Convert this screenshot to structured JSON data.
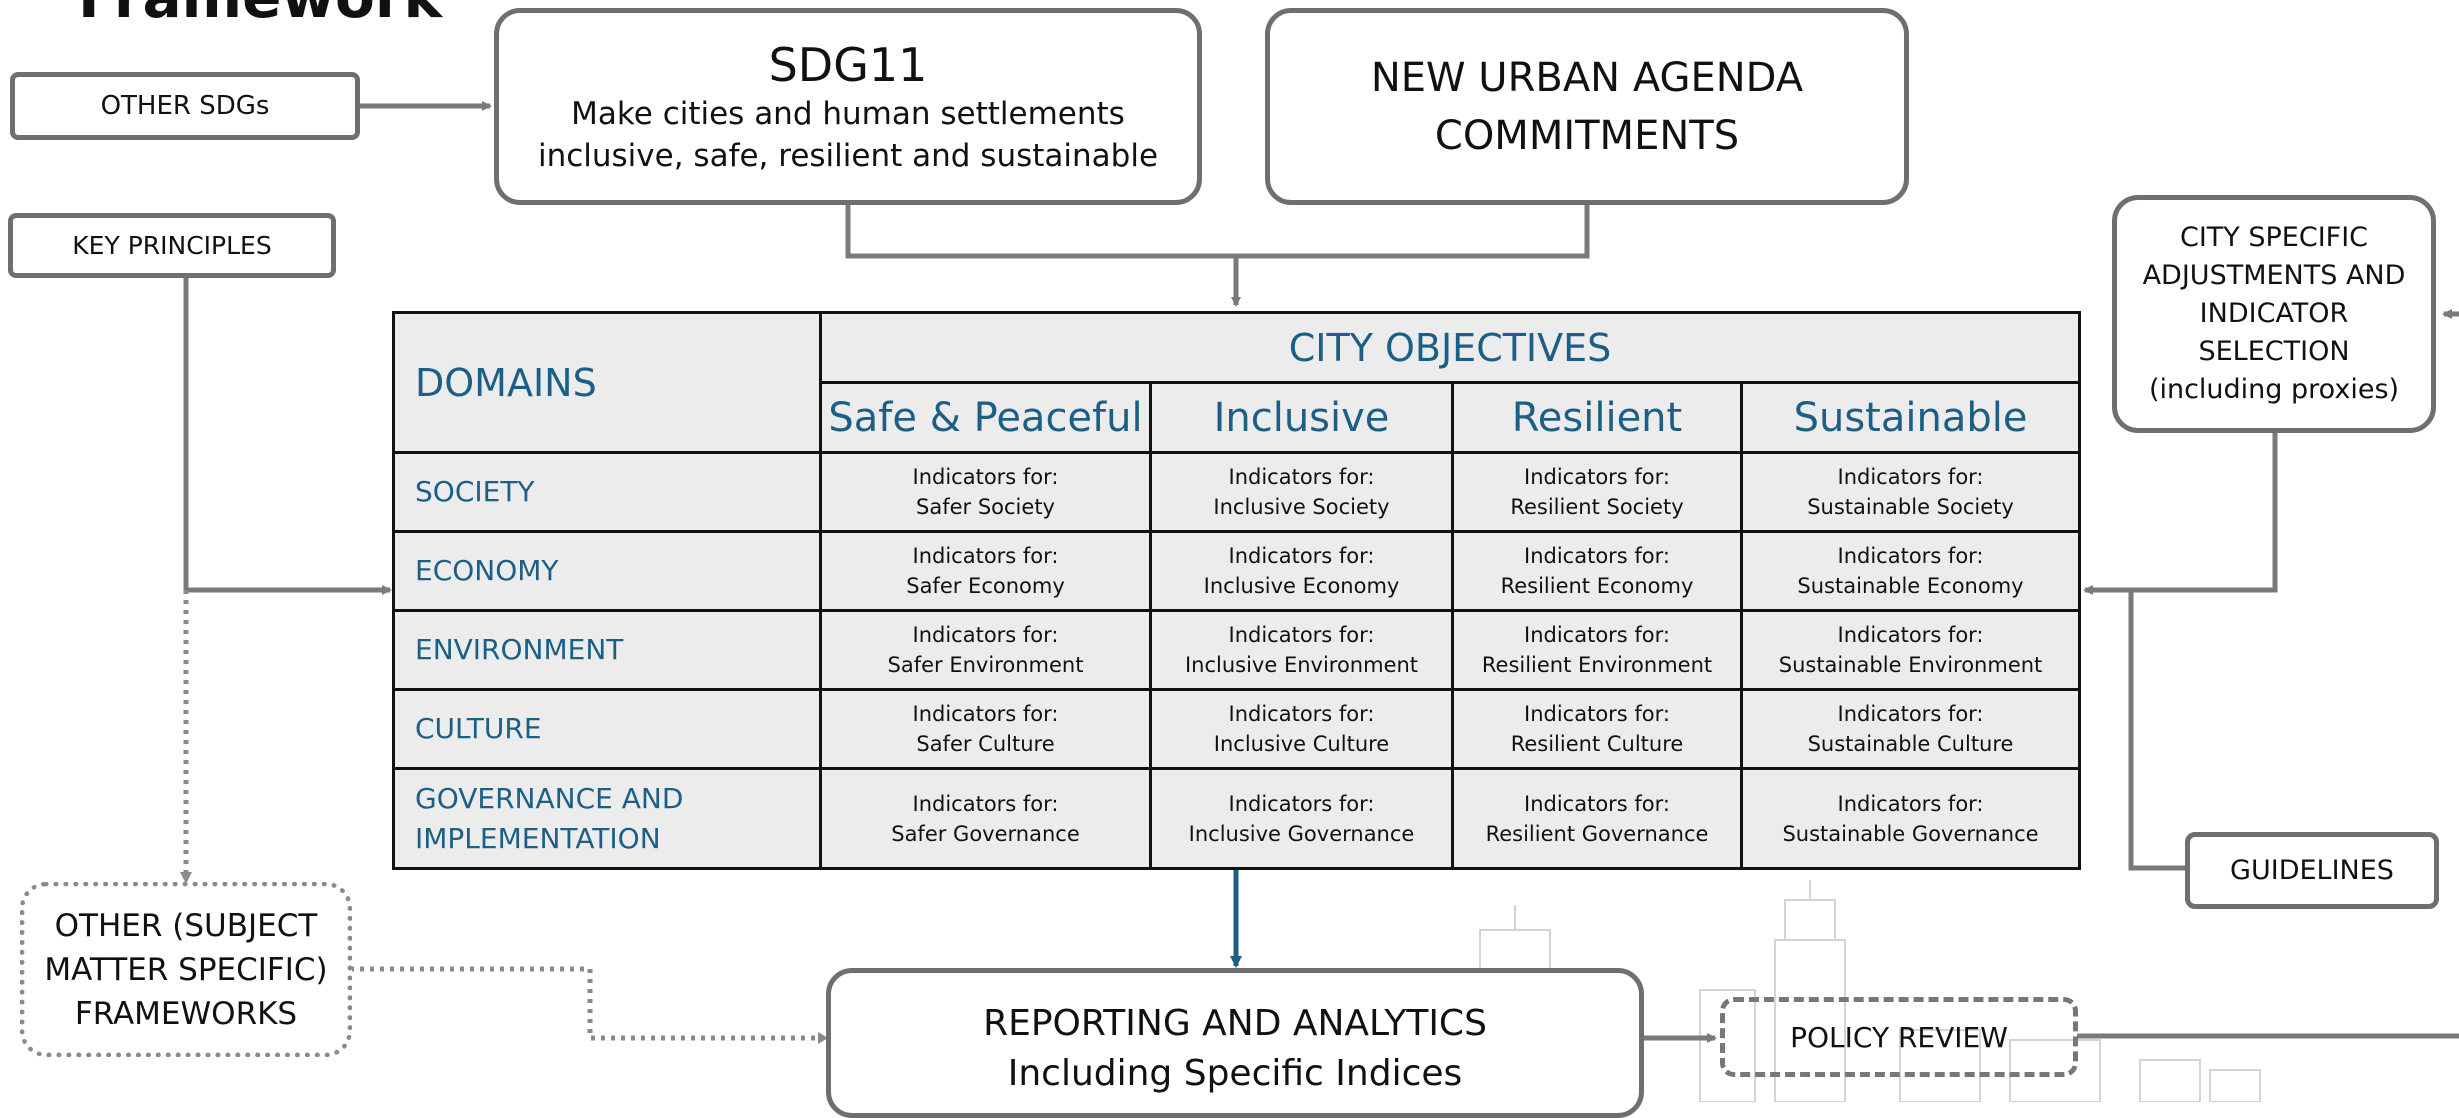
{
  "title": "Framework",
  "sdg11": {
    "title": "SDG11",
    "line1": "Make cities and human settlements",
    "line2": "inclusive, safe, resilient and sustainable"
  },
  "new_urban_agenda": {
    "line1": "NEW URBAN AGENDA",
    "line2": "COMMITMENTS"
  },
  "other_sdgs": "OTHER SDGs",
  "key_principles": "KEY PRINCIPLES",
  "city_specific": {
    "line1": "CITY SPECIFIC",
    "line2": "ADJUSTMENTS AND",
    "line3": "INDICATOR",
    "line4": "SELECTION",
    "line5": "(including proxies)"
  },
  "guidelines": "GUIDELINES",
  "other_frameworks": {
    "line1": "OTHER (SUBJECT",
    "line2": "MATTER SPECIFIC)",
    "line3": "FRAMEWORKS"
  },
  "reporting": {
    "line1": "REPORTING AND ANALYTICS",
    "line2": "Including Specific Indices"
  },
  "policy_review": "POLICY REVIEW",
  "table": {
    "domains_header": "DOMAINS",
    "objectives_header": "CITY OBJECTIVES",
    "columns": [
      "Safe & Peaceful",
      "Inclusive",
      "Resilient",
      "Sustainable"
    ],
    "rows": [
      {
        "label": "SOCIETY",
        "cells": [
          [
            "Indicators for:",
            "Safer Society"
          ],
          [
            "Indicators for:",
            "Inclusive Society"
          ],
          [
            "Indicators for:",
            "Resilient Society"
          ],
          [
            "Indicators for:",
            "Sustainable Society"
          ]
        ]
      },
      {
        "label": "ECONOMY",
        "cells": [
          [
            "Indicators for:",
            "Safer Economy"
          ],
          [
            "Indicators for:",
            "Inclusive Economy"
          ],
          [
            "Indicators for:",
            "Resilient Economy"
          ],
          [
            "Indicators for:",
            "Sustainable Economy"
          ]
        ]
      },
      {
        "label": "ENVIRONMENT",
        "cells": [
          [
            "Indicators for:",
            "Safer Environment"
          ],
          [
            "Indicators for:",
            "Inclusive Environment"
          ],
          [
            "Indicators for:",
            "Resilient Environment"
          ],
          [
            "Indicators for:",
            "Sustainable Environment"
          ]
        ]
      },
      {
        "label": "CULTURE",
        "cells": [
          [
            "Indicators for:",
            "Safer Culture"
          ],
          [
            "Indicators for:",
            "Inclusive Culture"
          ],
          [
            "Indicators for:",
            "Resilient Culture"
          ],
          [
            "Indicators for:",
            "Sustainable Culture"
          ]
        ]
      },
      {
        "label_line1": "GOVERNANCE AND",
        "label_line2": "IMPLEMENTATION",
        "cells": [
          [
            "Indicators for:",
            "Safer Governance"
          ],
          [
            "Indicators for:",
            "Inclusive Governance"
          ],
          [
            "Indicators for:",
            "Resilient Governance"
          ],
          [
            "Indicators for:",
            "Sustainable Governance"
          ]
        ]
      }
    ]
  },
  "colors": {
    "accent": "#1c5f86",
    "border": "#6f6f6f",
    "table_bg": "#ececec",
    "connector": "#7a7a7a"
  }
}
